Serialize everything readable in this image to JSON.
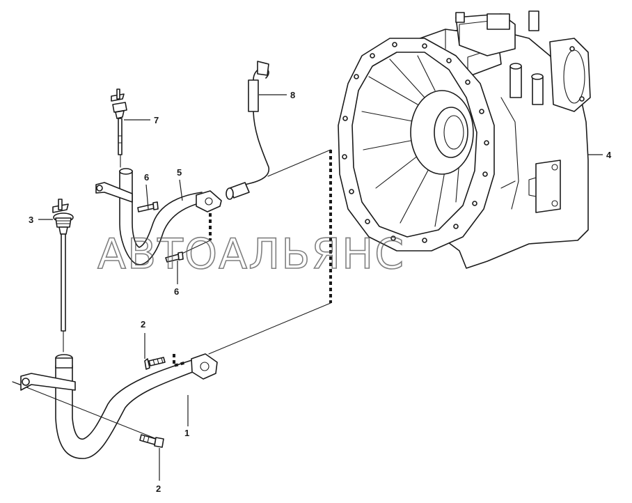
{
  "watermark": "АВТОАЛЬЯНС",
  "parts": [
    {
      "id": "1",
      "label": "1"
    },
    {
      "id": "2a",
      "label": "2"
    },
    {
      "id": "2b",
      "label": "2"
    },
    {
      "id": "3",
      "label": "3"
    },
    {
      "id": "4",
      "label": "4"
    },
    {
      "id": "5",
      "label": "5"
    },
    {
      "id": "6a",
      "label": "6"
    },
    {
      "id": "6b",
      "label": "6"
    },
    {
      "id": "7",
      "label": "7"
    },
    {
      "id": "8",
      "label": "8"
    }
  ],
  "colors": {
    "line": "#1a1a1a",
    "watermark": "#555555",
    "background": "#ffffff"
  }
}
